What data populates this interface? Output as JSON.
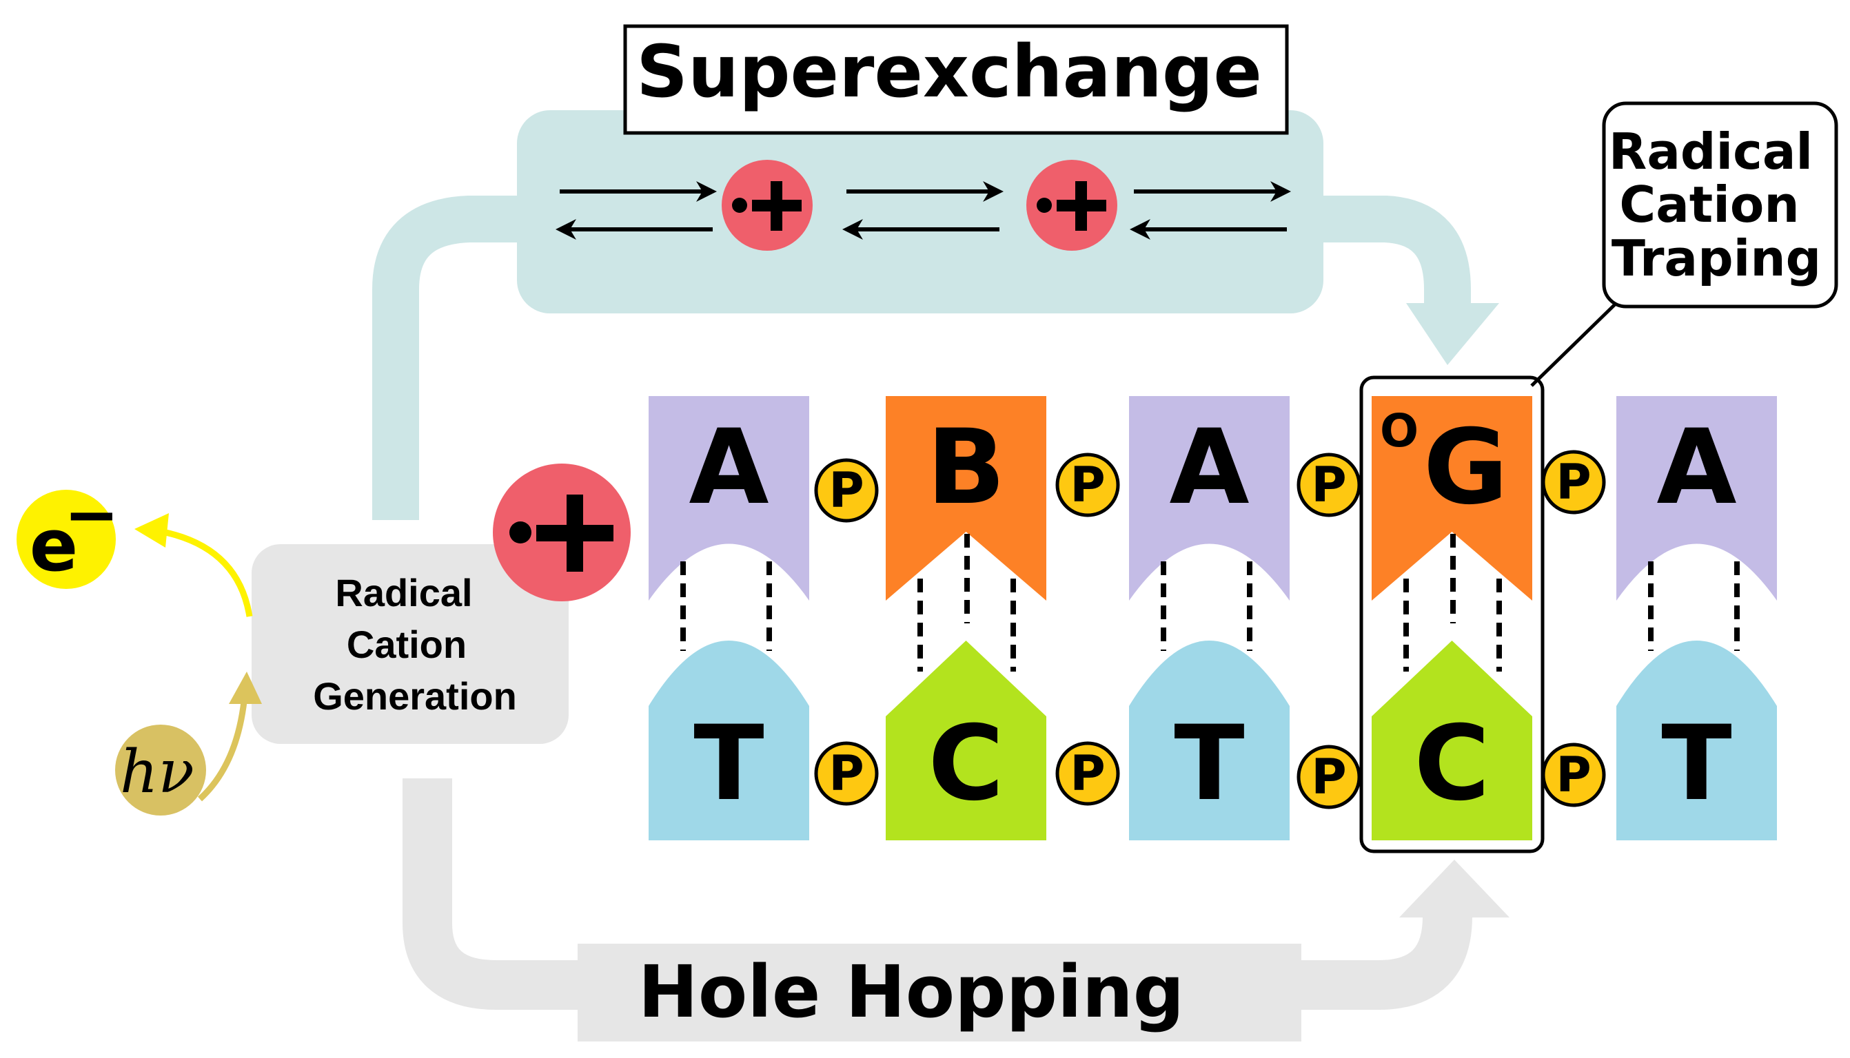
{
  "labels": {
    "superexchange": "Superexchange",
    "hole_hopping": "Hole Hopping",
    "trapping": [
      "Radical",
      "Cation",
      "Traping"
    ],
    "generation": [
      "Radical",
      "Cation",
      "Generation"
    ],
    "electron": "e",
    "electron_charge": "−",
    "photon": "hν",
    "phosphate": "P",
    "oxo_mark": "O"
  },
  "strand": {
    "top": [
      {
        "letter": "A",
        "shape": "purine"
      },
      {
        "letter": "B",
        "shape": "chevron"
      },
      {
        "letter": "A",
        "shape": "purine"
      },
      {
        "letter": "G",
        "shape": "chevron",
        "modified": true
      },
      {
        "letter": "A",
        "shape": "purine"
      }
    ],
    "bottom": [
      {
        "letter": "T",
        "shape": "pyrimidine"
      },
      {
        "letter": "C",
        "shape": "arrow"
      },
      {
        "letter": "T",
        "shape": "pyrimidine"
      },
      {
        "letter": "C",
        "shape": "arrow"
      },
      {
        "letter": "T",
        "shape": "pyrimidine"
      }
    ],
    "trap_index": 3
  },
  "colors": {
    "A": "#c4bce6",
    "T": "#9fd8e8",
    "G": "#fd8126",
    "C": "#b3e31e",
    "radical": "#ef5f6b",
    "phosphate": "#fec811",
    "superexchange_band": "#cde6e6",
    "hopping_band": "#e6e6e6",
    "generation_box": "#e6e6e6",
    "electron": "#fef200",
    "photon": "#d8c163",
    "arrow_yellow": "#fef200",
    "arrow_gold": "#dcc45c"
  }
}
